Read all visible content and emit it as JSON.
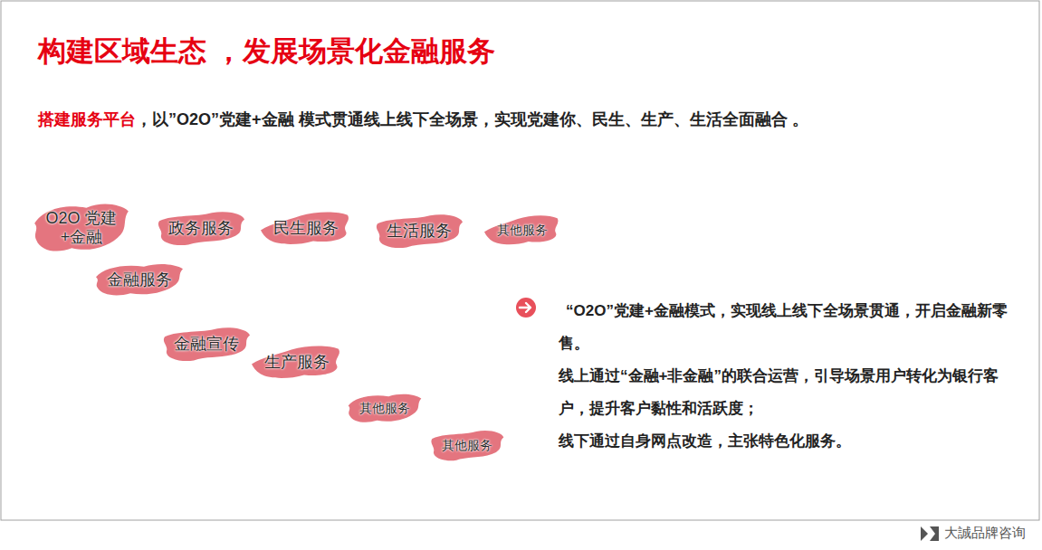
{
  "diagram": {
    "title": "构建区域生态 ，发展场景化金融服务",
    "nodes": [
      {
        "text": [
          "O2O 党建+金融"
        ]
      },
      {
        "text": [
          "政务服务"
        ]
      },
      {
        "text": [
          "民生服务"
        ]
      },
      {
        "text": [
          "生活服务"
        ]
      },
      {
        "text": [
          "其他服务"
        ]
      },
      {
        "text": [
          "金融服务"
        ]
      },
      {
        "text": [
          "金融宣传"
        ]
      },
      {
        "text": [
          "生产服务"
        ]
      },
      {
        "text": [
          "其他服务"
        ]
      },
      {
        "text": [
          "其他服务"
        ]
      }
    ],
    "labels": [
      "搭建服务平台",
      "，以”O2O”党建+金融 模式贯通线上线下全场景，实现党建你、民生、生产、生活全面融合 。",
      "“O2O”党建+金融模式，实现线上线下全场景贯通，开启金融新零售。",
      "线上通过“金融+非金融”的联合运营，引导场景用户转化为银行客户，提升客户黏性和活跃度；",
      "线下通过自身网点改造，主张特色化服务。",
      "大誠品牌咨询"
    ]
  }
}
